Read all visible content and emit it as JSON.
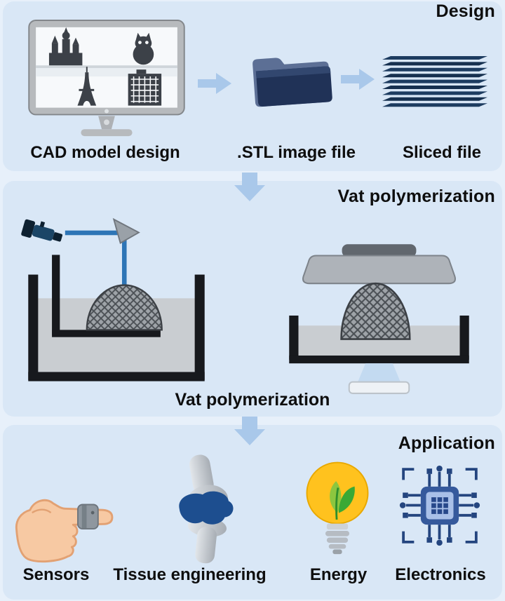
{
  "design": {
    "title": "Design",
    "steps": [
      {
        "label": "CAD model design",
        "icon": "cad-monitor-icon"
      },
      {
        "label": ".STL image file",
        "icon": "stl-folder-icon"
      },
      {
        "label": "Sliced file",
        "icon": "sliced-file-icon"
      }
    ]
  },
  "process": {
    "title": "Vat polymerization",
    "caption": "Vat polymerization",
    "printers": [
      {
        "icon": "laser-sla-printer-illustration"
      },
      {
        "icon": "dlp-printer-illustration"
      }
    ]
  },
  "application": {
    "title": "Application",
    "items": [
      {
        "label": "Sensors",
        "icon": "finger-sensor-icon"
      },
      {
        "label": "Tissue engineering",
        "icon": "knee-joint-icon"
      },
      {
        "label": "Energy",
        "icon": "energy-bulb-icon"
      },
      {
        "label": "Electronics",
        "icon": "microchip-icon"
      }
    ]
  },
  "colors": {
    "canvas_background": "#e7f0fa",
    "section_background": "#d9e7f6",
    "flow_arrow": "#a9c8ea",
    "laser_beam": "#2e75b6",
    "navy": "#1f3864",
    "bulb_yellow": "#ffc21e",
    "leaf_green": "#39a935",
    "skin_tone": "#f7c9a3",
    "cartilage_blue": "#1d4e8f"
  }
}
